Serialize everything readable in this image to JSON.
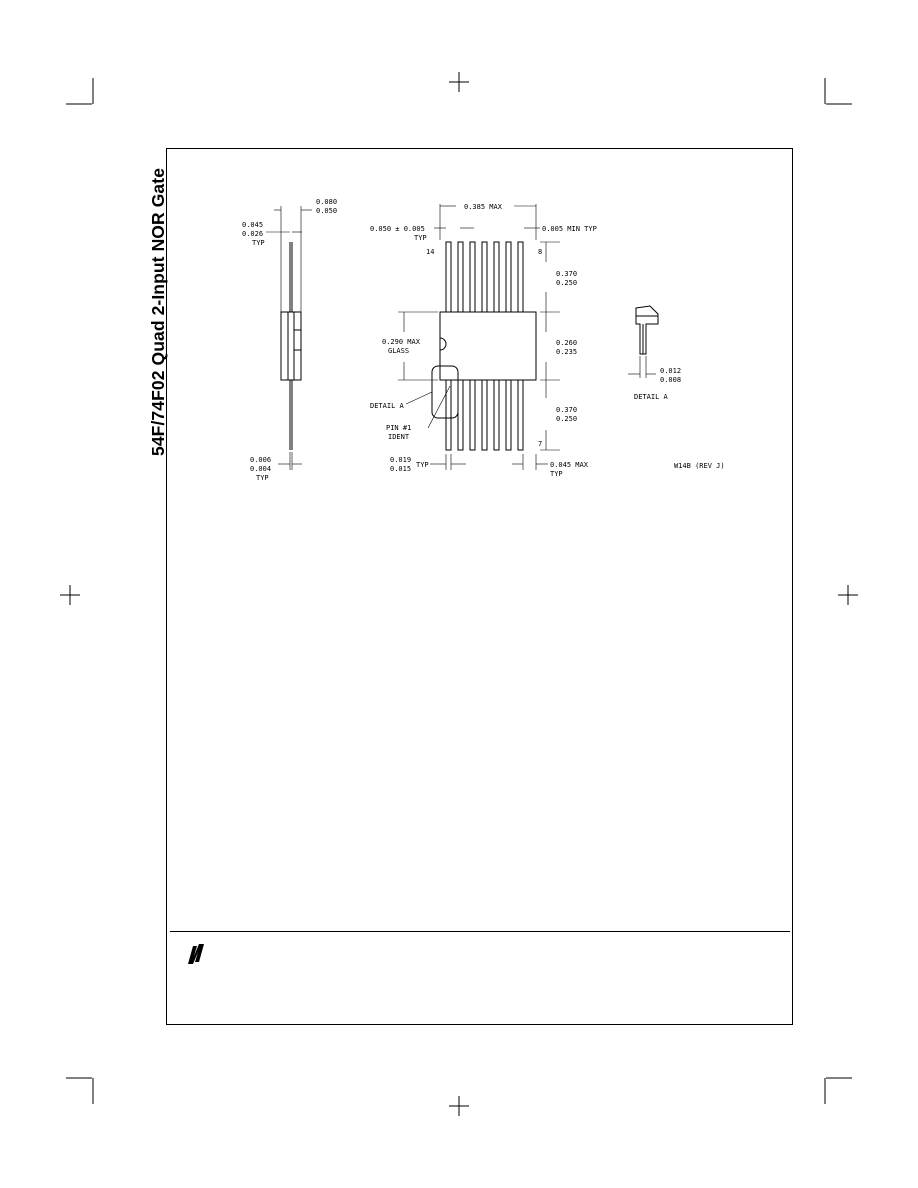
{
  "page": {
    "side_title": "54F/74F02 Quad 2-Input NOR Gate"
  },
  "drawing": {
    "side_view": {
      "top_dim_a": "0.080",
      "top_dim_b": "0.050",
      "left_dim_a": "0.045",
      "left_dim_b": "0.026",
      "left_dim_note": "TYP",
      "bottom_dim_a": "0.006",
      "bottom_dim_b": "0.004",
      "bottom_dim_note": "TYP"
    },
    "top_view": {
      "width_dim": "0.385 MAX",
      "pitch_dim": "0.050 ± 0.005",
      "pitch_note": "TYP",
      "gap_dim": "0.005 MIN TYP",
      "pin_14": "14",
      "pin_8": "8",
      "pin_7": "7",
      "upper_lead_a": "0.370",
      "upper_lead_b": "0.250",
      "body_a": "0.260",
      "body_b": "0.235",
      "lower_lead_a": "0.370",
      "lower_lead_b": "0.250",
      "body_max_a": "0.290 MAX",
      "body_max_b": "GLASS",
      "detail_label": "DETAIL A",
      "pin1_a": "PIN #1",
      "pin1_b": "IDENT",
      "lead_w_a": "0.019",
      "lead_w_b": "0.015",
      "lead_w_note": "TYP",
      "end_dim": "0.045 MAX",
      "end_note": "TYP"
    },
    "detail_view": {
      "dim_a": "0.012",
      "dim_b": "0.008",
      "caption": "DETAIL A",
      "ref": "W14B (REV J)"
    }
  }
}
